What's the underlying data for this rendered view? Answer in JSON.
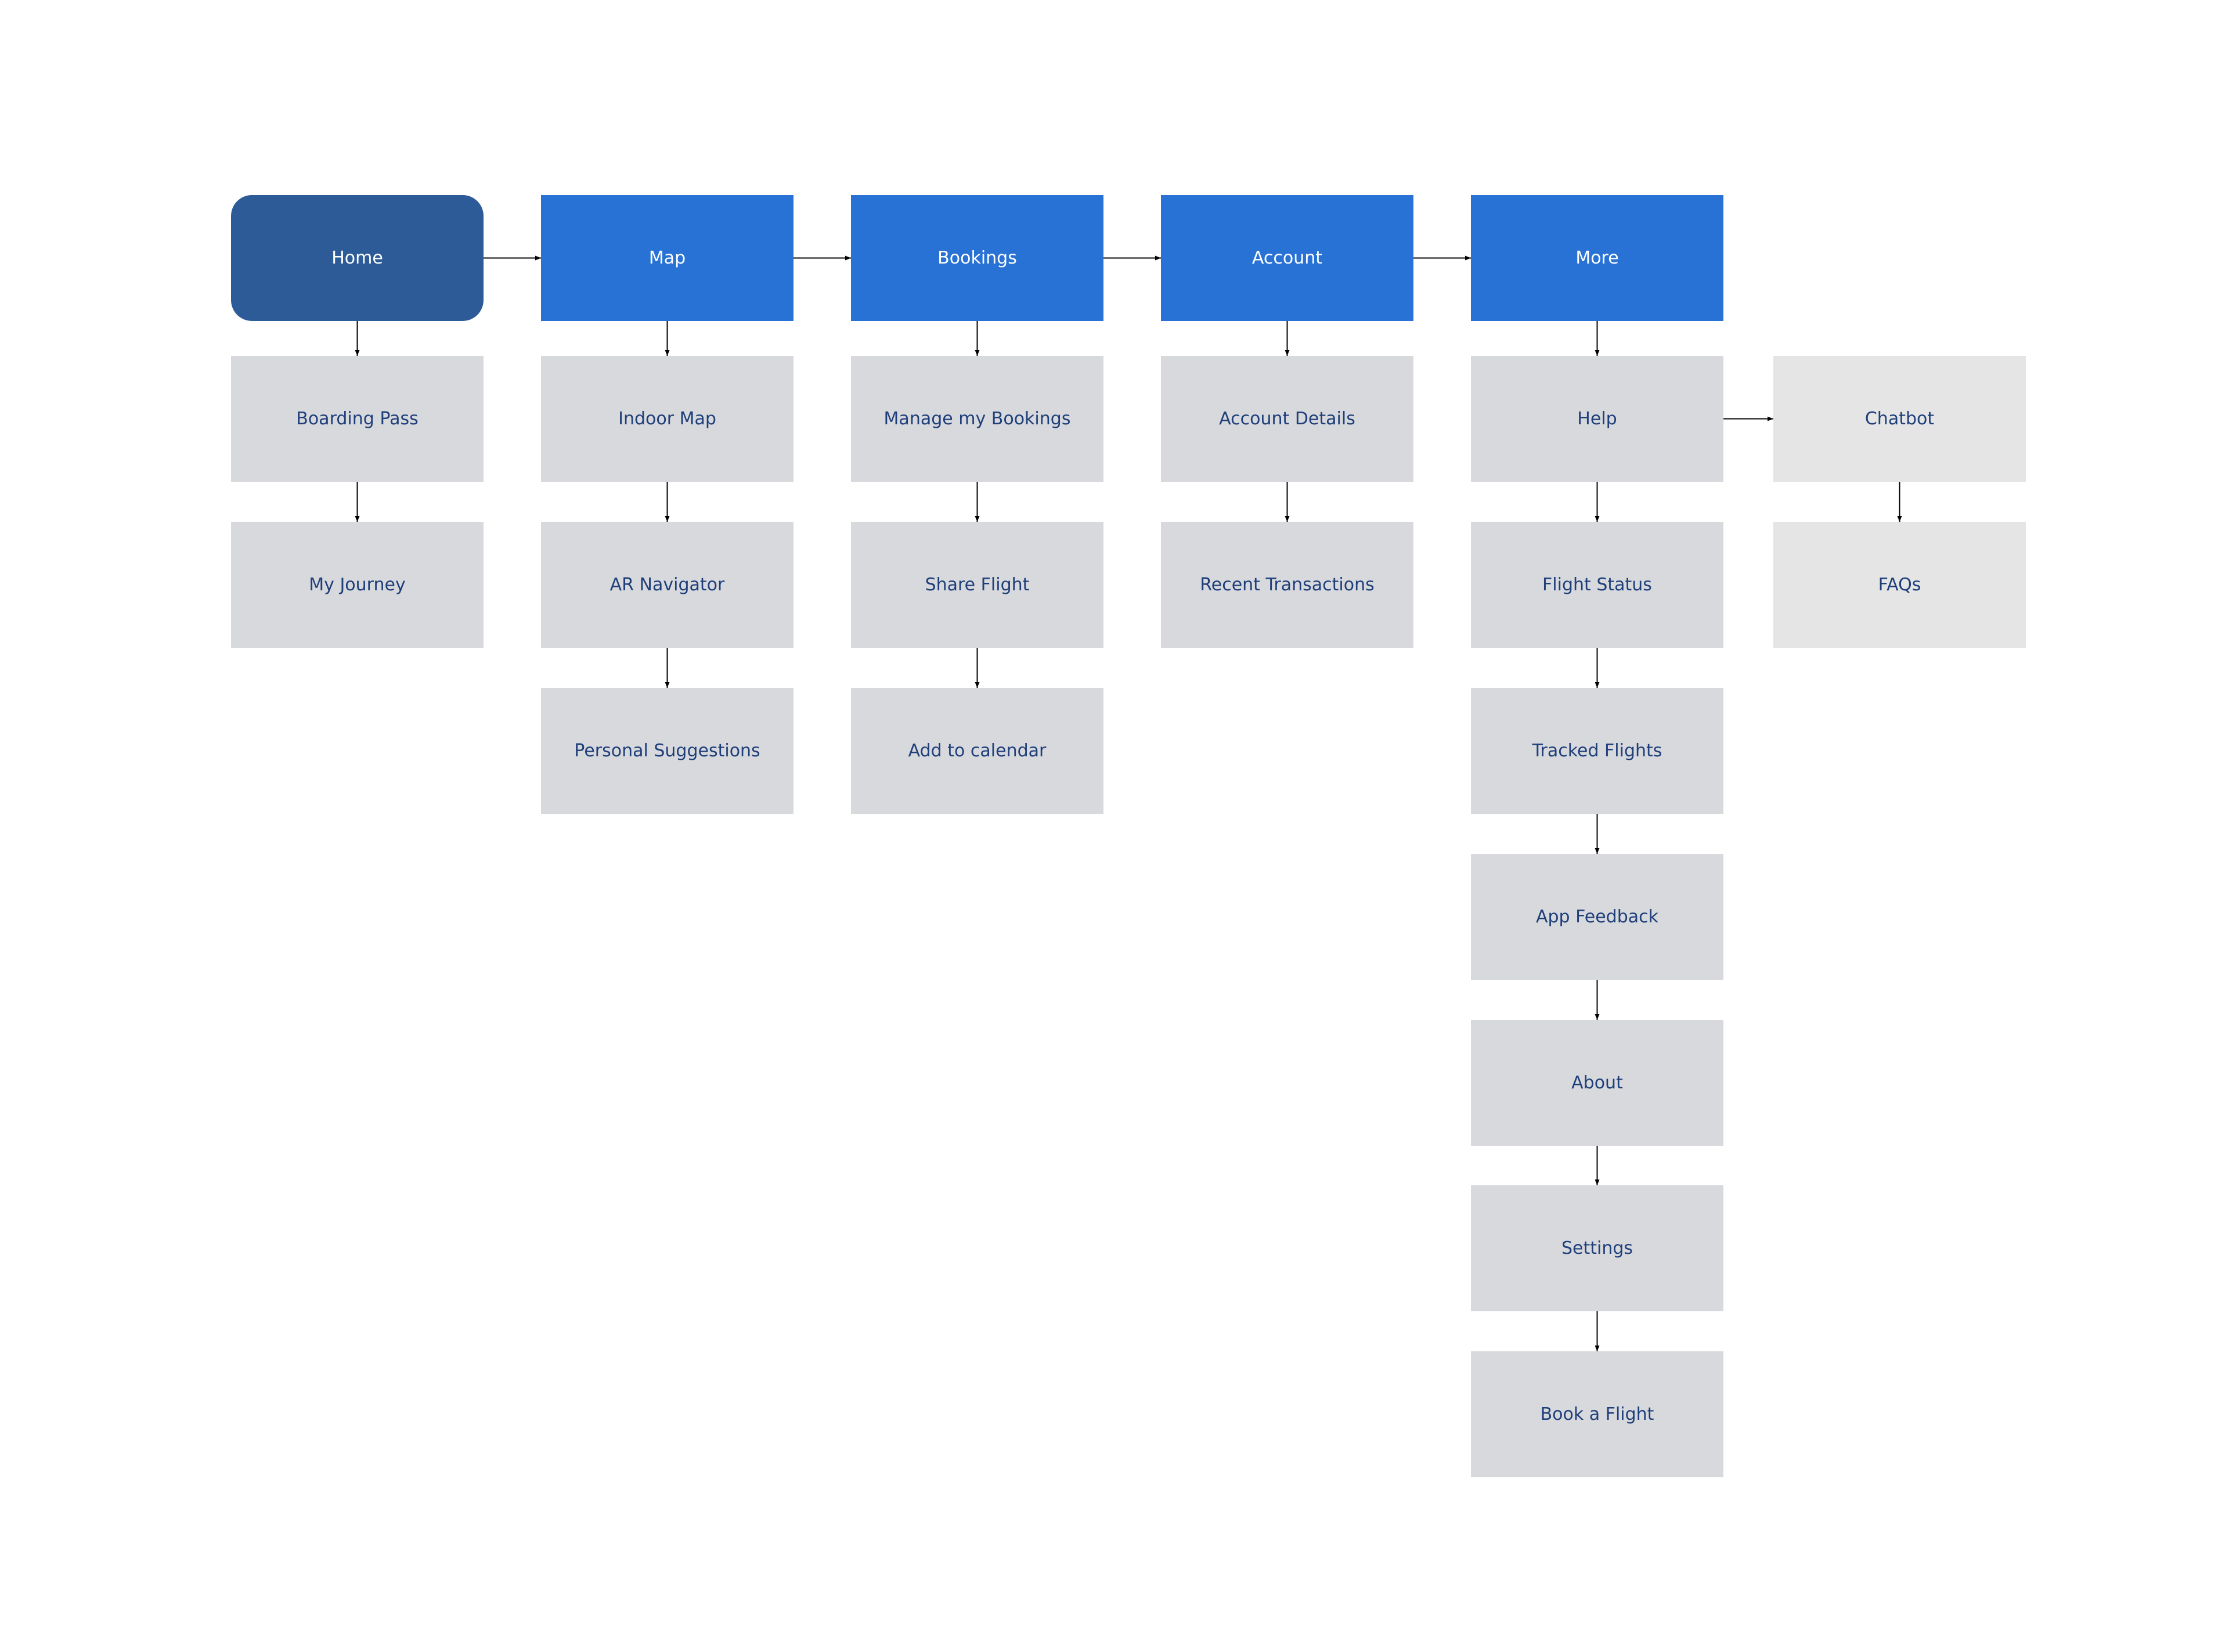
{
  "colors": {
    "root_fill": "#2d5b98",
    "primary_fill": "#2872d6",
    "child_fill": "#d8d9dd",
    "secondary_fill": "#e5e5e5",
    "primary_text": "#ffffff",
    "child_text": "#1f3f7a",
    "connector": "#000000"
  },
  "nodes": [
    {
      "id": "home",
      "label": "Home",
      "kind": "root"
    },
    {
      "id": "map",
      "label": "Map",
      "kind": "primary"
    },
    {
      "id": "bookings",
      "label": "Bookings",
      "kind": "primary"
    },
    {
      "id": "account",
      "label": "Account",
      "kind": "primary"
    },
    {
      "id": "more",
      "label": "More",
      "kind": "primary"
    },
    {
      "id": "boarding-pass",
      "label": "Boarding Pass",
      "kind": "child"
    },
    {
      "id": "my-journey",
      "label": "My Journey",
      "kind": "child"
    },
    {
      "id": "indoor-map",
      "label": "Indoor Map",
      "kind": "child"
    },
    {
      "id": "ar-navigator",
      "label": "AR Navigator",
      "kind": "child"
    },
    {
      "id": "personal-suggestions",
      "label": "Personal Suggestions",
      "kind": "child"
    },
    {
      "id": "manage-my-bookings",
      "label": "Manage my Bookings",
      "kind": "child"
    },
    {
      "id": "share-flight",
      "label": "Share Flight",
      "kind": "child"
    },
    {
      "id": "add-to-calendar",
      "label": "Add to calendar",
      "kind": "child"
    },
    {
      "id": "account-details",
      "label": "Account Details",
      "kind": "child"
    },
    {
      "id": "recent-transactions",
      "label": "Recent Transactions",
      "kind": "child"
    },
    {
      "id": "help",
      "label": "Help",
      "kind": "child"
    },
    {
      "id": "flight-status",
      "label": "Flight Status",
      "kind": "child"
    },
    {
      "id": "tracked-flights",
      "label": "Tracked Flights",
      "kind": "child"
    },
    {
      "id": "app-feedback",
      "label": "App Feedback",
      "kind": "child"
    },
    {
      "id": "about",
      "label": "About",
      "kind": "child"
    },
    {
      "id": "settings",
      "label": "Settings",
      "kind": "child"
    },
    {
      "id": "book-a-flight",
      "label": "Book a Flight",
      "kind": "child"
    },
    {
      "id": "chatbot",
      "label": "Chatbot",
      "kind": "secondary"
    },
    {
      "id": "faqs",
      "label": "FAQs",
      "kind": "secondary"
    }
  ],
  "edges": [
    {
      "from": "home",
      "to": "map"
    },
    {
      "from": "map",
      "to": "bookings"
    },
    {
      "from": "bookings",
      "to": "account"
    },
    {
      "from": "account",
      "to": "more"
    },
    {
      "from": "home",
      "to": "boarding-pass"
    },
    {
      "from": "boarding-pass",
      "to": "my-journey"
    },
    {
      "from": "map",
      "to": "indoor-map"
    },
    {
      "from": "indoor-map",
      "to": "ar-navigator"
    },
    {
      "from": "ar-navigator",
      "to": "personal-suggestions"
    },
    {
      "from": "bookings",
      "to": "manage-my-bookings"
    },
    {
      "from": "manage-my-bookings",
      "to": "share-flight"
    },
    {
      "from": "share-flight",
      "to": "add-to-calendar"
    },
    {
      "from": "account",
      "to": "account-details"
    },
    {
      "from": "account-details",
      "to": "recent-transactions"
    },
    {
      "from": "more",
      "to": "help"
    },
    {
      "from": "help",
      "to": "flight-status"
    },
    {
      "from": "flight-status",
      "to": "tracked-flights"
    },
    {
      "from": "tracked-flights",
      "to": "app-feedback"
    },
    {
      "from": "app-feedback",
      "to": "about"
    },
    {
      "from": "about",
      "to": "settings"
    },
    {
      "from": "settings",
      "to": "book-a-flight"
    },
    {
      "from": "help",
      "to": "chatbot"
    },
    {
      "from": "chatbot",
      "to": "faqs"
    }
  ]
}
